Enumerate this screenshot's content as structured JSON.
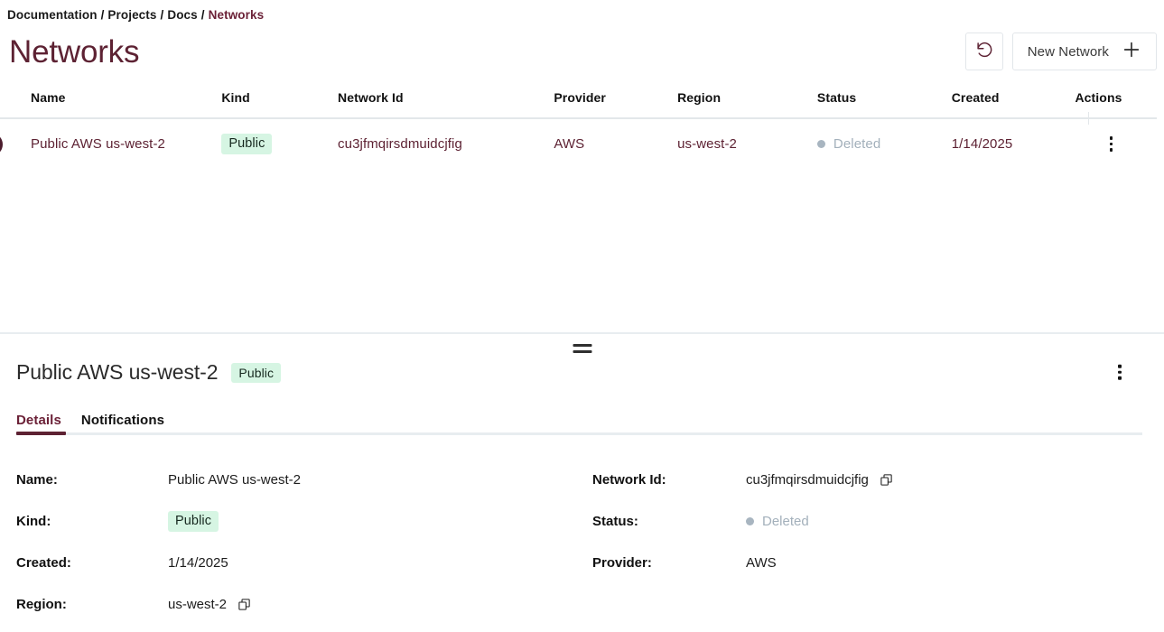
{
  "breadcrumb": {
    "items": [
      {
        "label": "Documentation",
        "current": false
      },
      {
        "label": "Projects",
        "current": false
      },
      {
        "label": "Docs",
        "current": false
      },
      {
        "label": "Networks",
        "current": true
      }
    ],
    "separator": "/"
  },
  "header": {
    "title": "Networks",
    "refresh_icon": "refresh-ccw-icon",
    "new_button_label": "New Network",
    "plus_icon": "plus-icon"
  },
  "table": {
    "columns": [
      "Name",
      "Kind",
      "Network Id",
      "Provider",
      "Region",
      "Status",
      "Created",
      "Actions"
    ],
    "rows": [
      {
        "name": "Public AWS us-west-2",
        "kind": "Public",
        "network_id": "cu3jfmqirsdmuidcjfig",
        "provider": "AWS",
        "region": "us-west-2",
        "status": "Deleted",
        "created": "1/14/2025",
        "selected": true
      }
    ]
  },
  "detail": {
    "title": "Public AWS us-west-2",
    "badge": "Public",
    "kebab_icon": "more-vertical-icon",
    "tabs": [
      {
        "label": "Details",
        "active": true
      },
      {
        "label": "Notifications",
        "active": false
      }
    ],
    "fields": {
      "name_label": "Name:",
      "name_value": "Public AWS us-west-2",
      "network_id_label": "Network Id:",
      "network_id_value": "cu3jfmqirsdmuidcjfig",
      "kind_label": "Kind:",
      "kind_value": "Public",
      "status_label": "Status:",
      "status_value": "Deleted",
      "created_label": "Created:",
      "created_value": "1/14/2025",
      "provider_label": "Provider:",
      "provider_value": "AWS",
      "region_label": "Region:",
      "region_value": "us-west-2"
    },
    "copy_icon": "copy-icon"
  },
  "colors": {
    "accent_maroon": "#5d2233",
    "accent_dark": "#4b1c2d",
    "badge_bg": "#d6f5e3",
    "status_grey": "#a3b0bb",
    "border": "#e3e7ea"
  },
  "splitter": {
    "handle_icon": "drag-handle-icon"
  }
}
